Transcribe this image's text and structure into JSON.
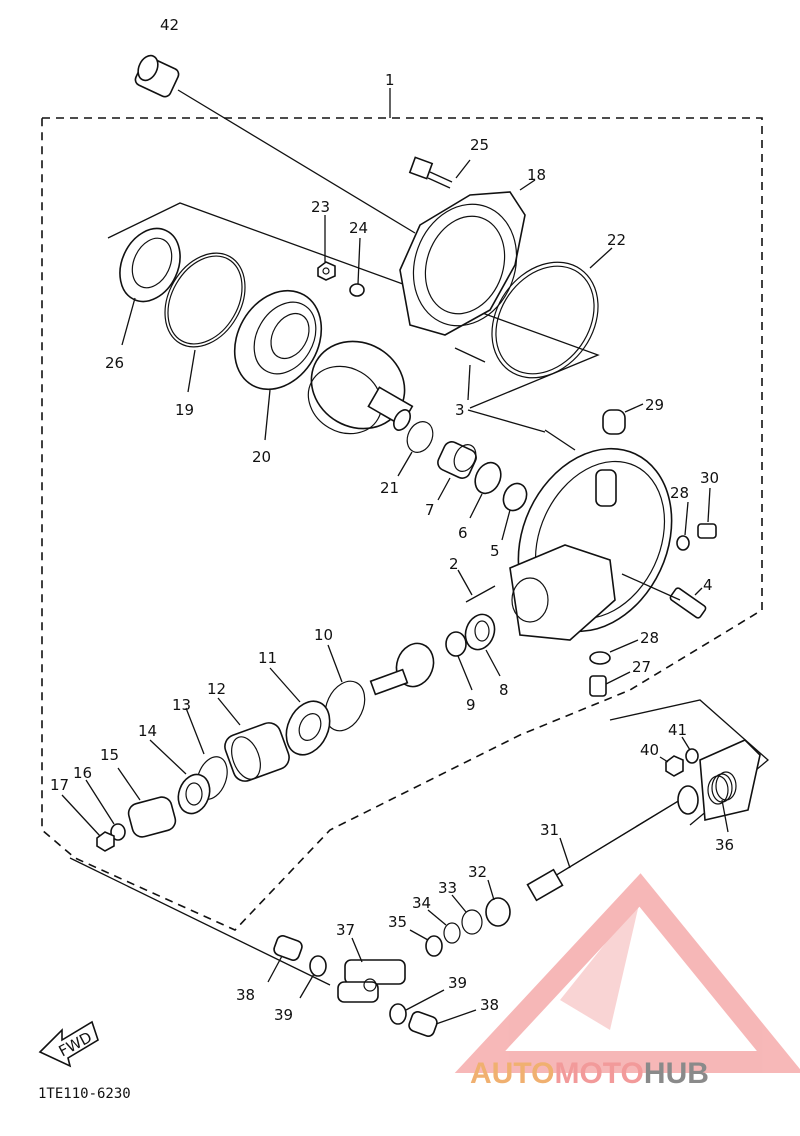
{
  "diagram_code": "1TE110-6230",
  "fwd_label": "FWD",
  "watermark": {
    "brand": "AUTOMOTOHUB",
    "part1": "AUTO",
    "part2": "MOTO",
    "part3": "HUB",
    "colors": {
      "auto": "#f0b070",
      "moto": "#f29a9a",
      "hub": "#8a8a8a",
      "logo": "#f4a0a0"
    }
  },
  "callouts": {
    "c42": "42",
    "c1": "1",
    "c25": "25",
    "c18": "18",
    "c23": "23",
    "c24": "24",
    "c22": "22",
    "c26": "26",
    "c19": "19",
    "c20": "20",
    "c3": "3",
    "c29": "29",
    "c21": "21",
    "c7": "7",
    "c6": "6",
    "c5": "5",
    "c28a": "28",
    "c30": "30",
    "c2": "2",
    "c4": "4",
    "c10": "10",
    "c11": "11",
    "c9": "9",
    "c8": "8",
    "c28b": "28",
    "c27": "27",
    "c12": "12",
    "c13": "13",
    "c14": "14",
    "c15": "15",
    "c16": "16",
    "c17": "17",
    "c41": "41",
    "c40": "40",
    "c36": "36",
    "c31": "31",
    "c32": "32",
    "c33": "33",
    "c34": "34",
    "c35": "35",
    "c37": "37",
    "c38a": "38",
    "c39a": "39",
    "c39b": "39",
    "c38b": "38"
  }
}
